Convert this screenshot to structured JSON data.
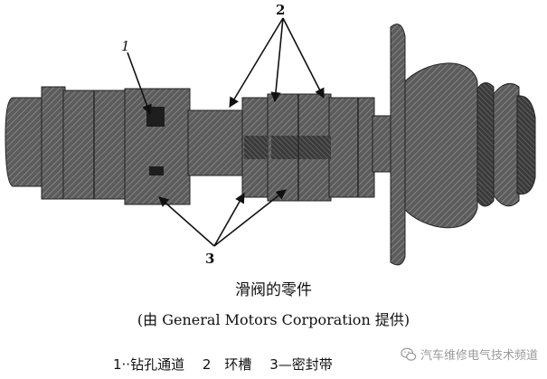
{
  "diagram": {
    "callouts": {
      "c1": "1",
      "c2": "2",
      "c3": "3"
    },
    "colors": {
      "body": "#565656",
      "dark": "#2b2b2b",
      "hatch": "#8c8c8c",
      "line": "#111111"
    }
  },
  "caption": {
    "title": "滑阀的零件",
    "source": "(由 General Motors Corporation 提供)"
  },
  "legend": {
    "item1": "1··钻孔通道",
    "item2": "2　环槽",
    "item3": "3—密封带"
  },
  "watermark": {
    "text": "汽车维修电气技术频道",
    "icon": "wechat-icon"
  }
}
